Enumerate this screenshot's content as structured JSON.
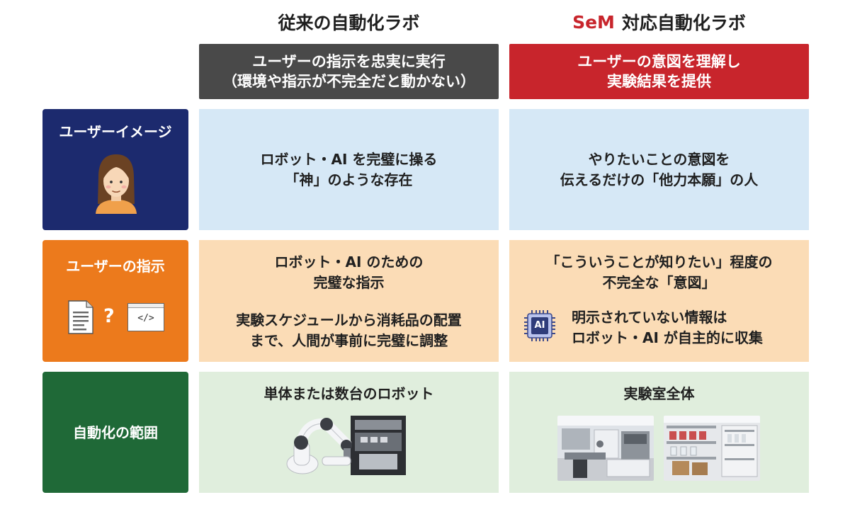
{
  "columns": {
    "traditional": {
      "title": "従来の自動化ラボ",
      "header_line1": "ユーザーの指示を忠実に実行",
      "header_line2": "（環境や指示が不完全だと動かない）"
    },
    "sem": {
      "title_brand": "SeM",
      "title_rest": "対応自動化ラボ",
      "header_line1": "ユーザーの意図を理解し",
      "header_line2": "実験結果を提供"
    }
  },
  "rows": {
    "user_image": {
      "label": "ユーザーイメージ",
      "traditional_line1": "ロボット・AI を完璧に操る",
      "traditional_line2": "「神」のような存在",
      "sem_line1": "やりたいことの意図を",
      "sem_line2": "伝えるだけの「他力本願」の人"
    },
    "user_instruction": {
      "label": "ユーザーの指示",
      "icons": [
        "document-icon",
        "question-mark-icon",
        "code-window-icon"
      ],
      "question_mark": "?",
      "code_text": "</>",
      "traditional_line1": "ロボット・AI のための",
      "traditional_line2": "完璧な指示",
      "traditional_line3": "実験スケジュールから消耗品の配置",
      "traditional_line4": "まで、人間が事前に完璧に調整",
      "sem_line1": "「こういうことが知りたい」程度の",
      "sem_line2": "不完全な「意図」",
      "sem_chip_text": "AI",
      "sem_line3": "明示されていない情報は",
      "sem_line4": "ロボット・AI が自主的に収集"
    },
    "automation_scope": {
      "label": "自動化の範囲",
      "traditional_caption": "単体または数台のロボット",
      "sem_caption": "実験室全体"
    }
  },
  "colors": {
    "navy": "#1c2a6e",
    "orange": "#ec7a1c",
    "green": "#1f6937",
    "dark_gray": "#494949",
    "red": "#c8252c",
    "light_blue": "#d6e8f6",
    "peach": "#fbdcb6",
    "light_green": "#e0eedd"
  }
}
